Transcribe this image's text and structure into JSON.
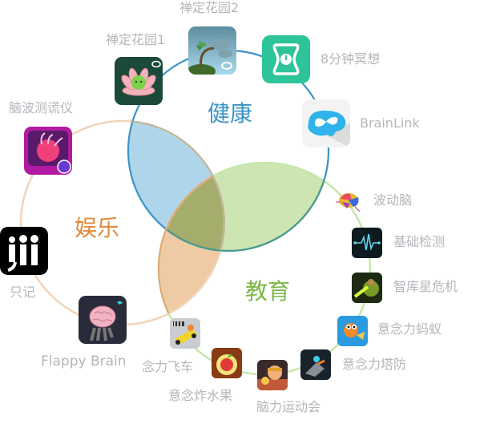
{
  "categories": {
    "health": {
      "label": "健康",
      "color": "#3a93c8"
    },
    "entertainment": {
      "label": "娱乐",
      "color": "#e08a3a"
    },
    "education": {
      "label": "教育",
      "color": "#7ab648"
    }
  },
  "colors": {
    "health_ring": "#3a93c8",
    "health_fill": "#7fc0e3",
    "education_ring": "#c4e3a8",
    "education_fill": "#a8d67c",
    "entertainment_ring": "#f2d1b3",
    "entertainment_fill": "#e3a265",
    "overlap_all": "#9aa86a",
    "app_label": "#b3b6ba"
  },
  "apps": {
    "zen_garden_1": {
      "label": "禅定花园1"
    },
    "zen_garden_2": {
      "label": "禅定花园2"
    },
    "meditation_8min": {
      "label": "8分钟冥想"
    },
    "brainlink": {
      "label": "BrainLink"
    },
    "lie_detector": {
      "label": "脑波测谎仪"
    },
    "jii": {
      "label": "只记"
    },
    "flappy_brain": {
      "label": "Flappy Brain"
    },
    "brainwave": {
      "label": "波动脑"
    },
    "basic_test": {
      "label": "基础检测"
    },
    "zhiku_crisis": {
      "label": "智库星危机"
    },
    "mind_ant": {
      "label": "意念力蚂蚁"
    },
    "mind_tower": {
      "label": "意念力塔防"
    },
    "brain_sports": {
      "label": "脑力运动会"
    },
    "mind_fruit": {
      "label": "意念炸水果"
    },
    "mind_racing": {
      "label": "念力飞车"
    }
  }
}
